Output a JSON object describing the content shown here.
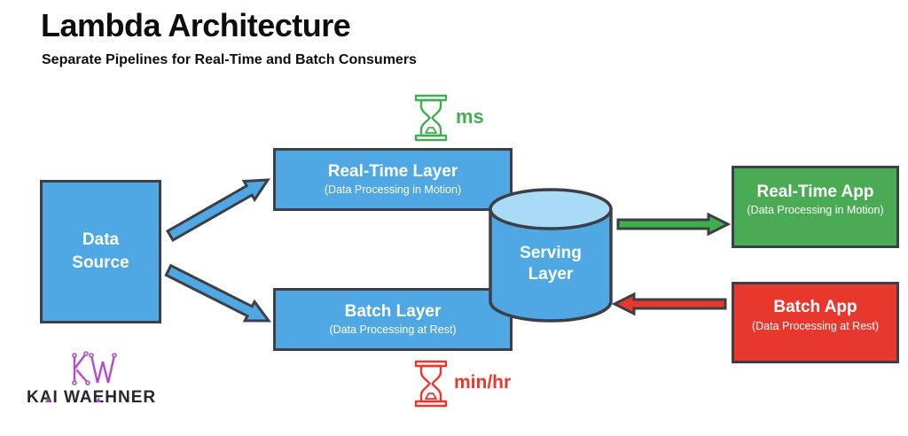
{
  "header": {
    "title": "Lambda Architecture",
    "subtitle": "Separate Pipelines for Real-Time and Batch Consumers"
  },
  "diagram": {
    "data_source": {
      "label": "Data Source"
    },
    "realtime_layer": {
      "title": "Real-Time Layer",
      "subtitle": "(Data Processing in Motion)"
    },
    "batch_layer": {
      "title": "Batch Layer",
      "subtitle": "(Data Processing at Rest)"
    },
    "serving_layer": {
      "label": "Serving Layer"
    },
    "realtime_app": {
      "title": "Real-Time App",
      "subtitle": "(Data Processing in Motion)"
    },
    "batch_app": {
      "title": "Batch App",
      "subtitle": "(Data Processing at Rest)"
    },
    "latency_fast": "ms",
    "latency_slow": "min/hr"
  },
  "branding": {
    "monogram": "KW",
    "name": "KAI WAEHNER"
  },
  "colors": {
    "box_blue": "#4fa7e4",
    "cylinder_top_blue": "#a9dbf6",
    "app_green": "#4bab55",
    "accent_green": "#3fae4e",
    "accent_red": "#e8382d",
    "outline_dark": "#3c4046",
    "logo_purple": "#b44bc8",
    "text_white": "#ffffff",
    "text_black": "#0d0d0d"
  }
}
